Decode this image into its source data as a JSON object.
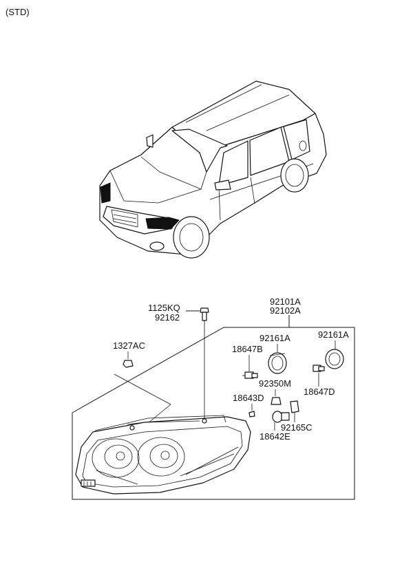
{
  "variant": "(STD)",
  "parts": {
    "assembly_a": "92101A",
    "assembly_b": "92102A",
    "bolt_a": "1125KQ",
    "bolt_b": "92162",
    "nut": "1327AC",
    "socket_left": "92161A",
    "socket_right": "92161A",
    "bulb_holder_b": "18647B",
    "bulb_holder_d": "18647D",
    "bulb_socket": "92350M",
    "bulb_d": "18643D",
    "socket_c": "92165C",
    "bulb_e": "18642E"
  }
}
